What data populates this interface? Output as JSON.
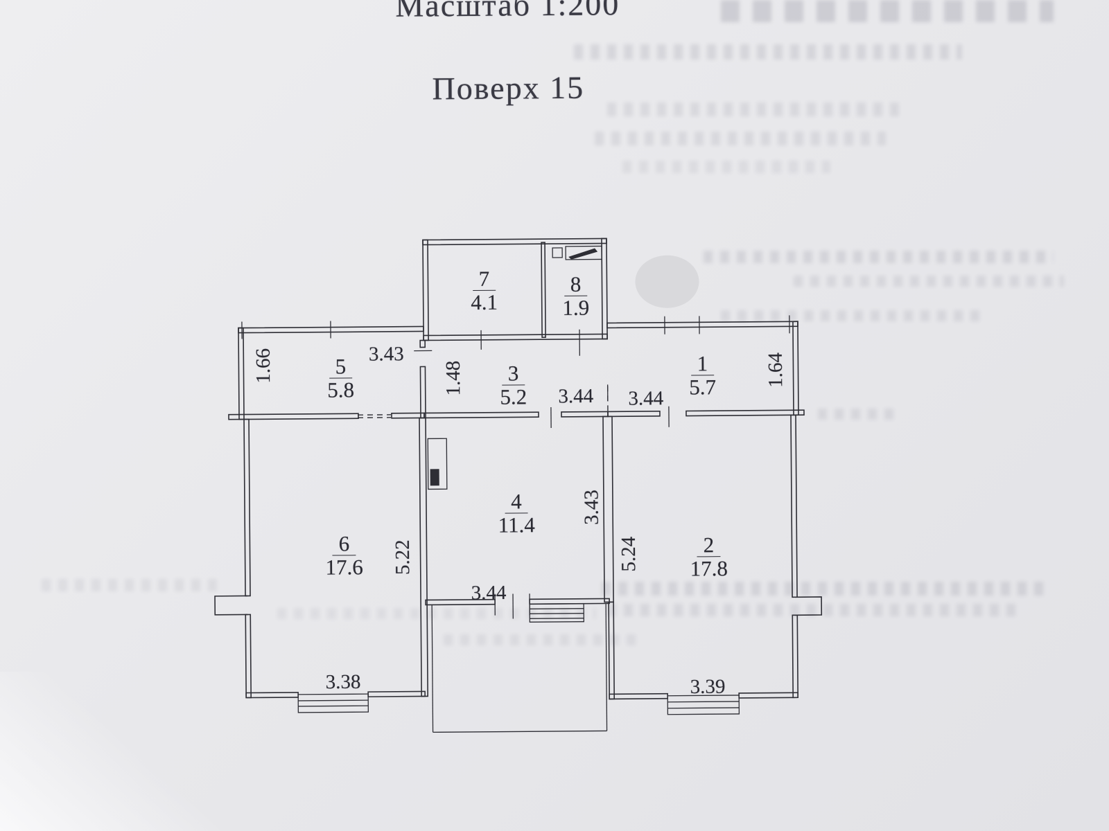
{
  "page": {
    "scale_label": "Масштаб 1:200",
    "floor_label": "Поверх 15"
  },
  "rooms": [
    {
      "number": "1",
      "area": "5.7"
    },
    {
      "number": "2",
      "area": "17.8"
    },
    {
      "number": "3",
      "area": "5.2"
    },
    {
      "number": "4",
      "area": "11.4"
    },
    {
      "number": "5",
      "area": "5.8"
    },
    {
      "number": "6",
      "area": "17.6"
    },
    {
      "number": "7",
      "area": "4.1"
    },
    {
      "number": "8",
      "area": "1.9"
    }
  ],
  "dimensions": {
    "room5_top_width": "3.43",
    "left_wing_depth": "1.66",
    "hall_inner_height": "1.48",
    "corridor_width_left": "3.44",
    "corridor_width_right": "3.44",
    "right_wing_depth": "1.64",
    "room4_inner_height": "3.43",
    "room6_inner_height": "5.22",
    "room2_inner_height": "5.24",
    "room4_bottom_width": "3.44",
    "room6_bottom_width": "3.38",
    "room2_bottom_width": "3.39"
  }
}
